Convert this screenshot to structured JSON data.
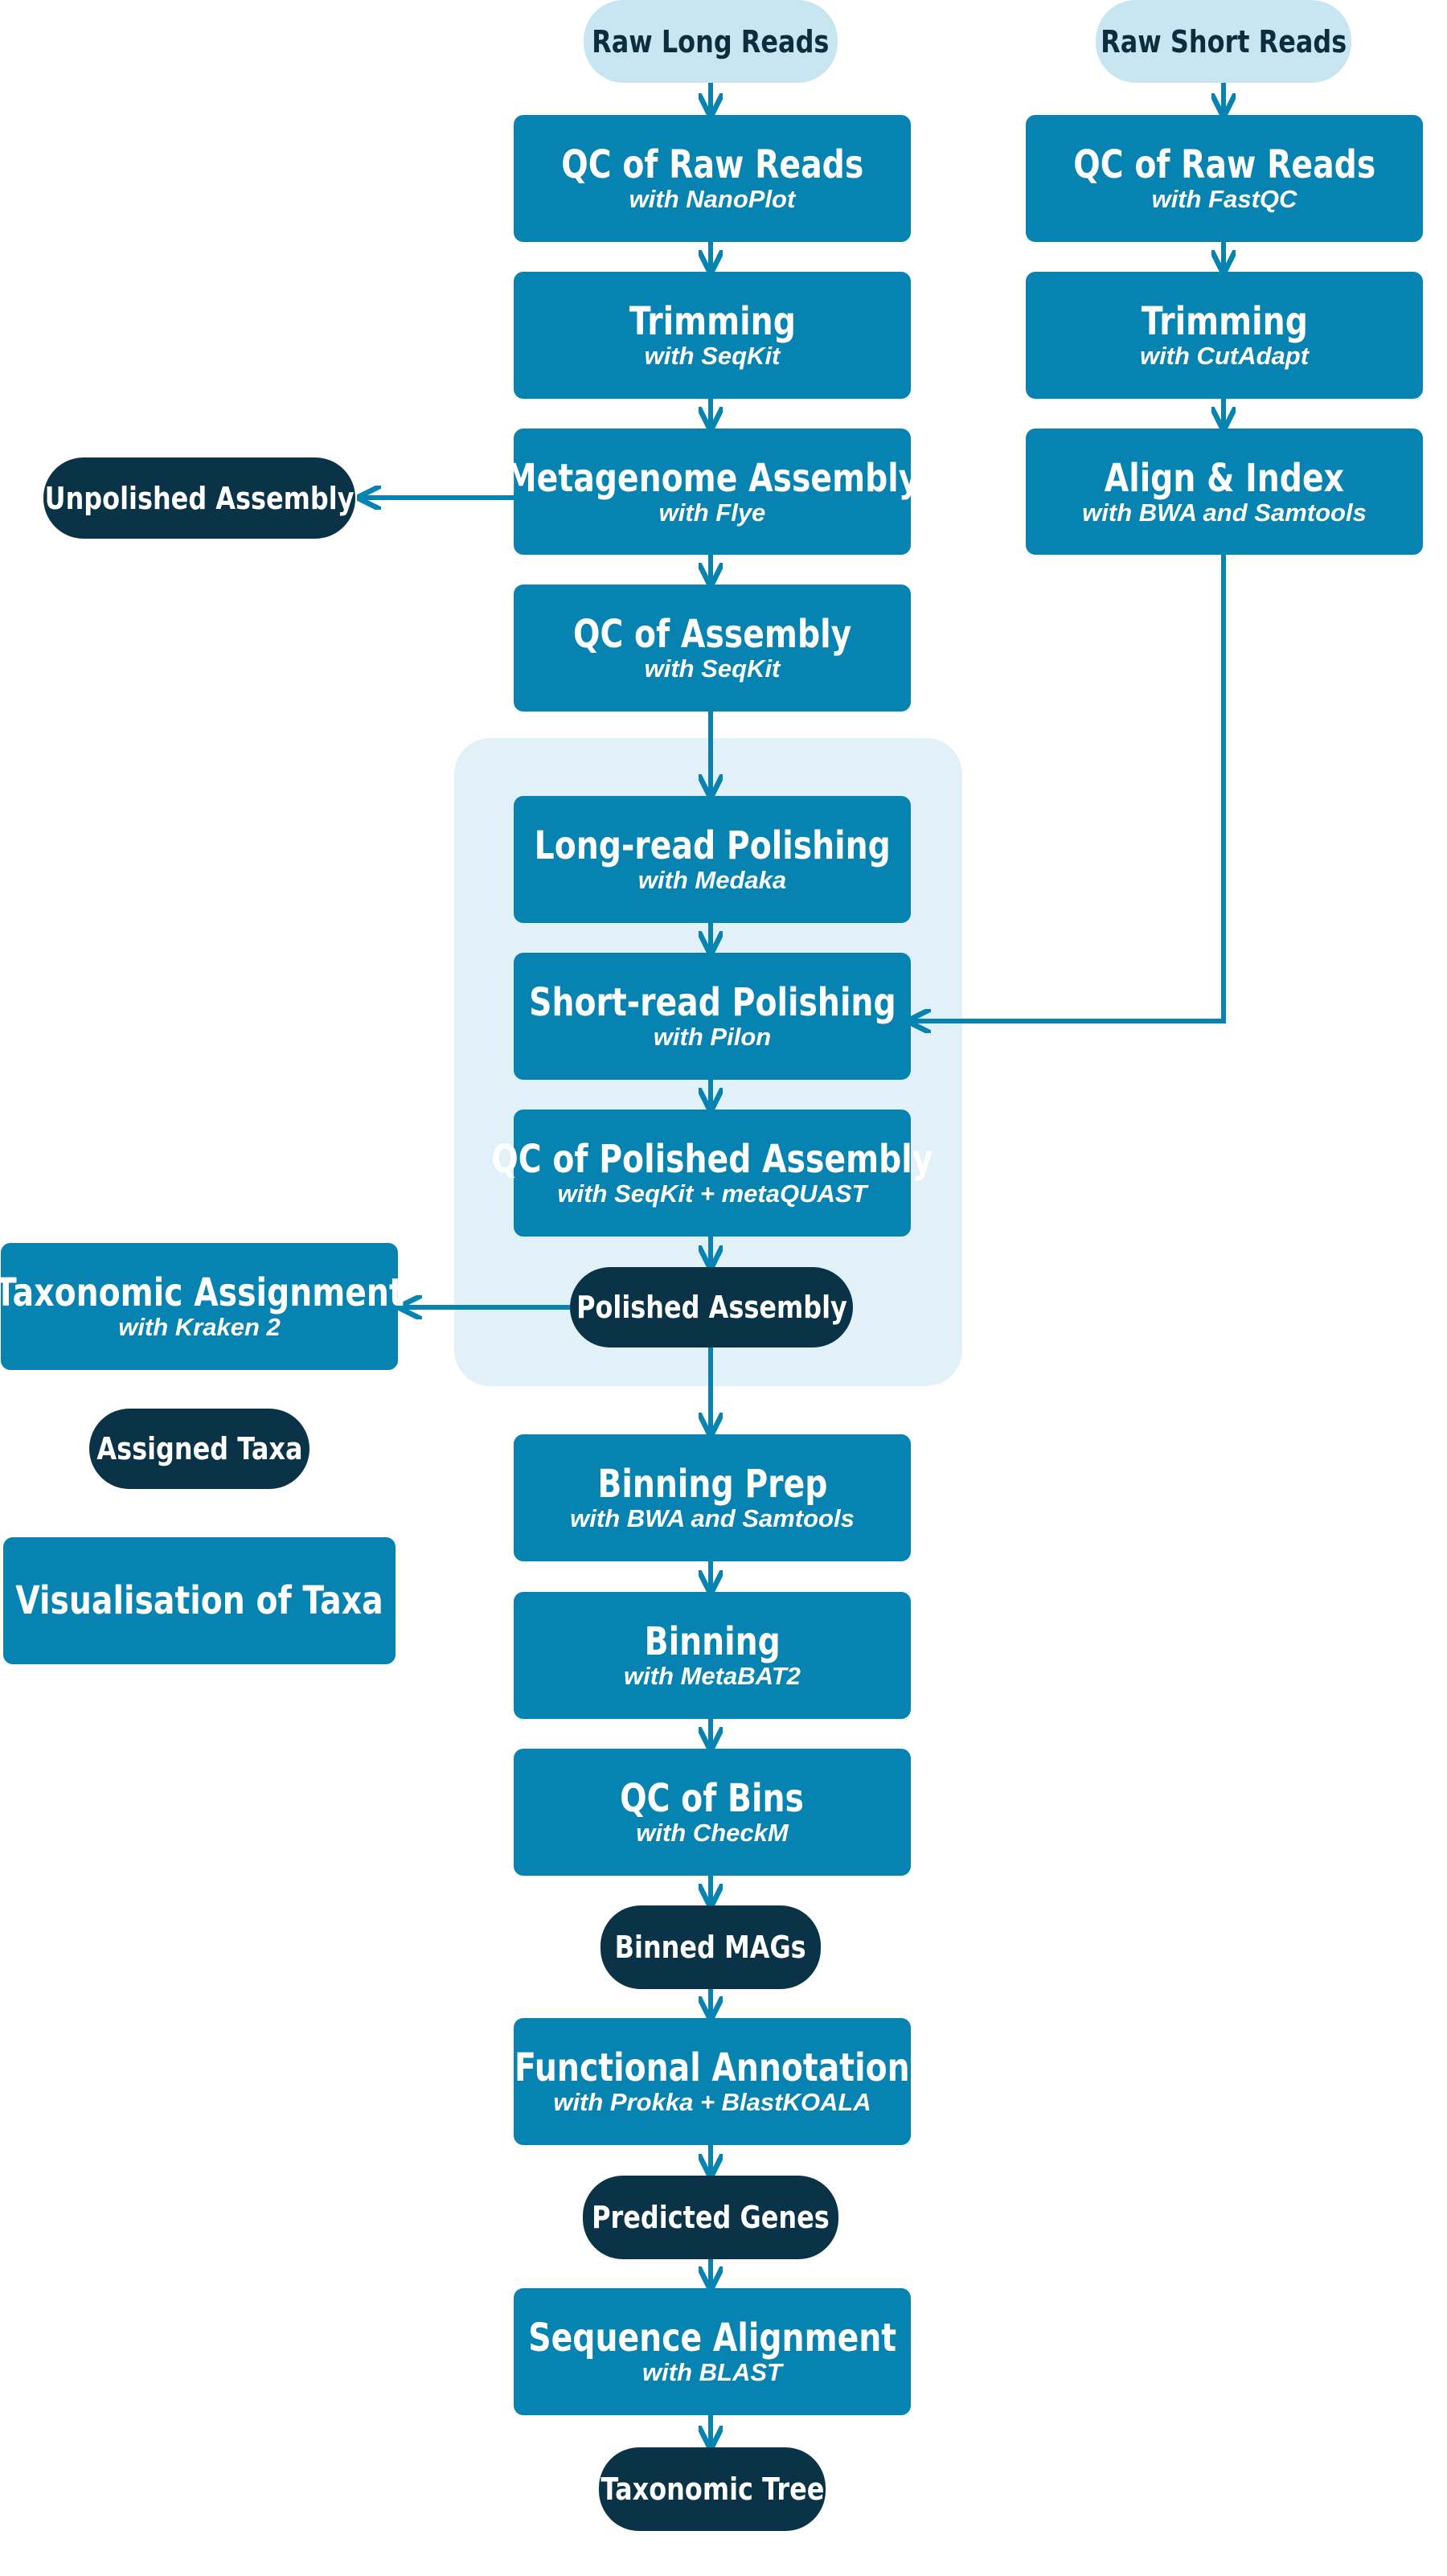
{
  "inputs": {
    "long_reads": "Raw Long Reads",
    "short_reads": "Raw Short Reads"
  },
  "long_read_steps": {
    "qc_raw": {
      "title": "QC of Raw Reads",
      "tool": "with NanoPlot"
    },
    "trimming": {
      "title": "Trimming",
      "tool": "with SeqKit"
    },
    "assembly": {
      "title": "Metagenome Assembly",
      "tool": "with Flye"
    },
    "qc_assembly": {
      "title": "QC of Assembly",
      "tool": "with SeqKit"
    }
  },
  "short_read_steps": {
    "qc_raw": {
      "title": "QC of Raw Reads",
      "tool": "with FastQC"
    },
    "trimming": {
      "title": "Trimming",
      "tool": "with CutAdapt"
    },
    "align_index": {
      "title": "Align & Index",
      "tool": "with BWA and Samtools"
    }
  },
  "polishing": {
    "long_read": {
      "title": "Long-read Polishing",
      "tool": "with Medaka"
    },
    "short_read": {
      "title": "Short-read Polishing",
      "tool": "with Pilon"
    },
    "qc_polished": {
      "title": "QC of Polished Assembly",
      "tool": "with SeqKit + metaQUAST"
    }
  },
  "taxonomy": {
    "assignment": {
      "title": "Taxonomic Assignment",
      "tool": "with Kraken 2"
    },
    "visualisation": {
      "title": "Visualisation of Taxa"
    }
  },
  "downstream": {
    "binning_prep": {
      "title": "Binning Prep",
      "tool": "with BWA and Samtools"
    },
    "binning": {
      "title": "Binning",
      "tool": "with MetaBAT2"
    },
    "qc_bins": {
      "title": "QC of Bins",
      "tool": "with CheckM"
    },
    "functional": {
      "title": "Functional Annotation",
      "tool": "with Prokka + BlastKOALA"
    },
    "alignment": {
      "title": "Sequence Alignment",
      "tool": "with BLAST"
    }
  },
  "outputs": {
    "unpolished": "Unpolished Assembly",
    "polished": "Polished Assembly",
    "assigned_taxa": "Assigned Taxa",
    "binned_mags": "Binned MAGs",
    "predicted_genes": "Predicted Genes",
    "taxonomic_tree": "Taxonomic Tree"
  },
  "colors": {
    "step": "#0683b1",
    "input": "#c7e6f2",
    "output": "#0a3347",
    "group": "#e2f1f8",
    "arrow": "#0683b1"
  }
}
